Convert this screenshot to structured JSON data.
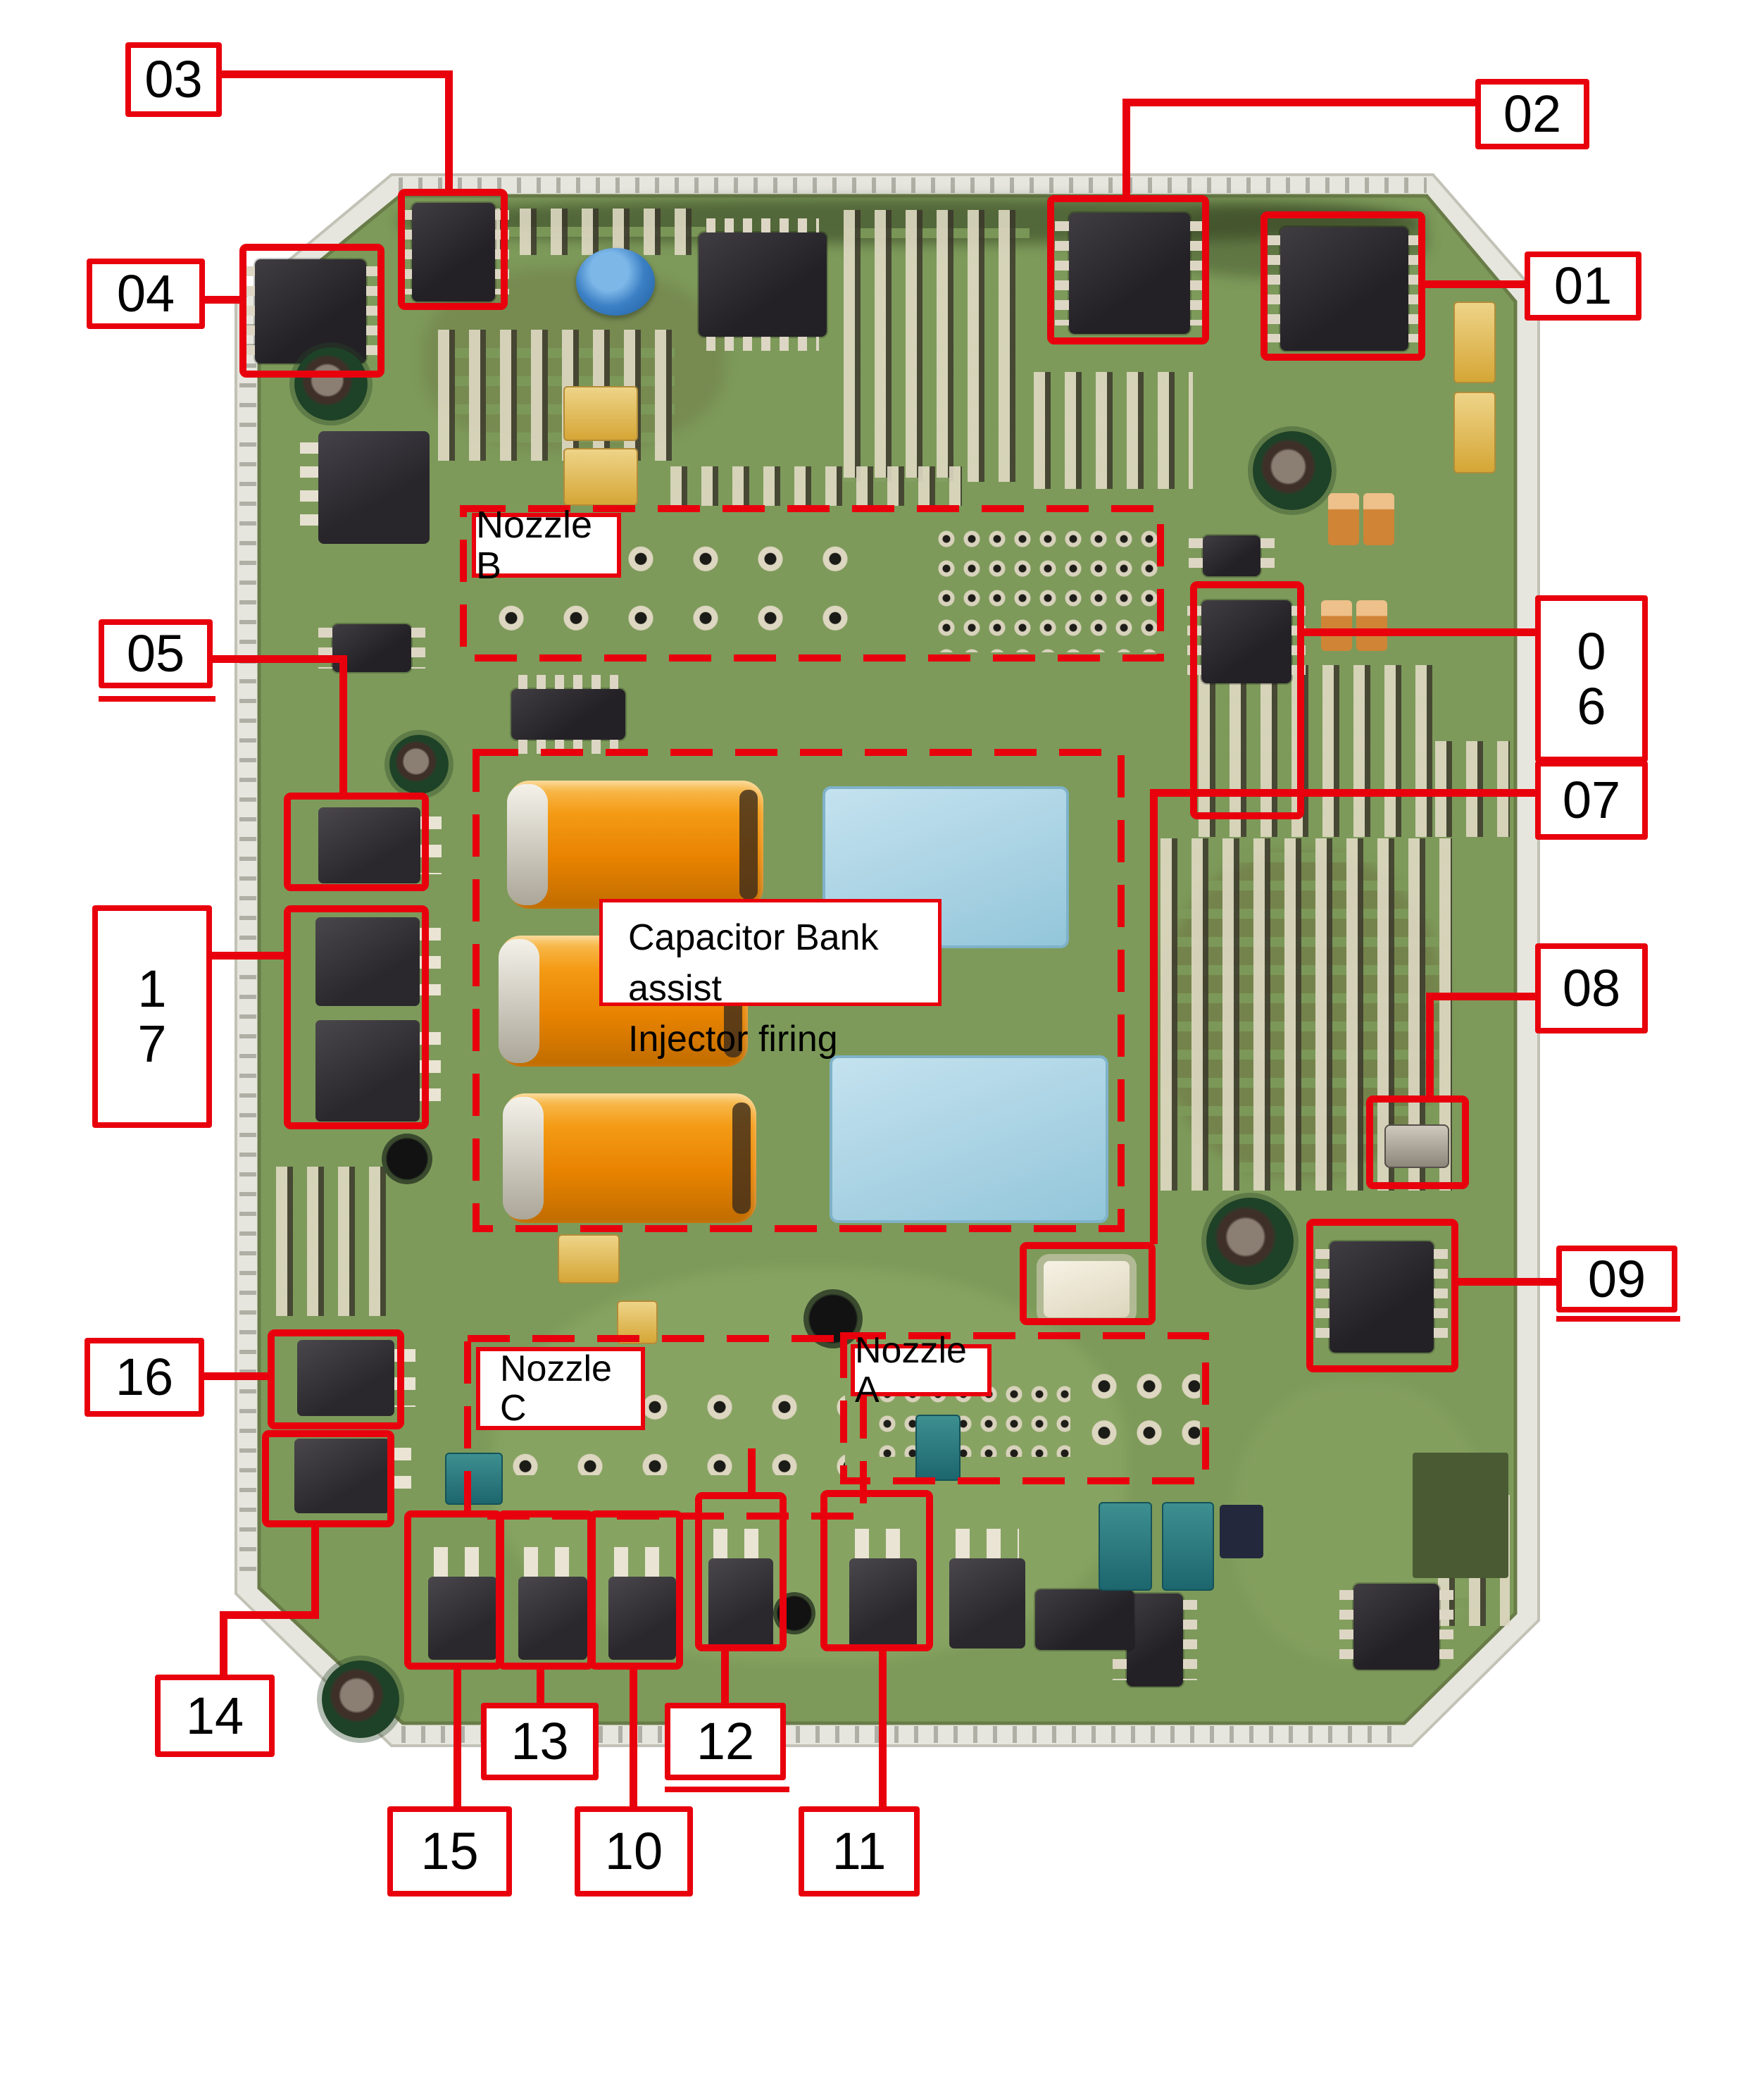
{
  "colors": {
    "annotation_red": "#e8000d",
    "pcb_green": "#7d9a5a",
    "flange_gray": "#e6e6de",
    "orange_capacitor": "#f49a14",
    "blue_capacitor": "#a9d2e4",
    "ic_black": "#2a282b"
  },
  "callouts": [
    {
      "id": "01",
      "text": "01"
    },
    {
      "id": "02",
      "text": "02"
    },
    {
      "id": "03",
      "text": "03"
    },
    {
      "id": "04",
      "text": "04"
    },
    {
      "id": "05",
      "text": "05"
    },
    {
      "id": "06",
      "text": "0\n6"
    },
    {
      "id": "07",
      "text": "07"
    },
    {
      "id": "08",
      "text": "08"
    },
    {
      "id": "09",
      "text": "09"
    },
    {
      "id": "10",
      "text": "10"
    },
    {
      "id": "11",
      "text": "11"
    },
    {
      "id": "12",
      "text": "12"
    },
    {
      "id": "13",
      "text": "13"
    },
    {
      "id": "14",
      "text": "14"
    },
    {
      "id": "15",
      "text": "15"
    },
    {
      "id": "16",
      "text": "16"
    },
    {
      "id": "17",
      "text": "1\n7"
    }
  ],
  "region_labels": {
    "nozzle_b": "Nozzle B",
    "nozzle_a": "Nozzle A",
    "nozzle_c": "Nozzle\nC",
    "capacitor_bank_line1": "Capacitor Bank assist",
    "capacitor_bank_line2": "Injector firing"
  }
}
